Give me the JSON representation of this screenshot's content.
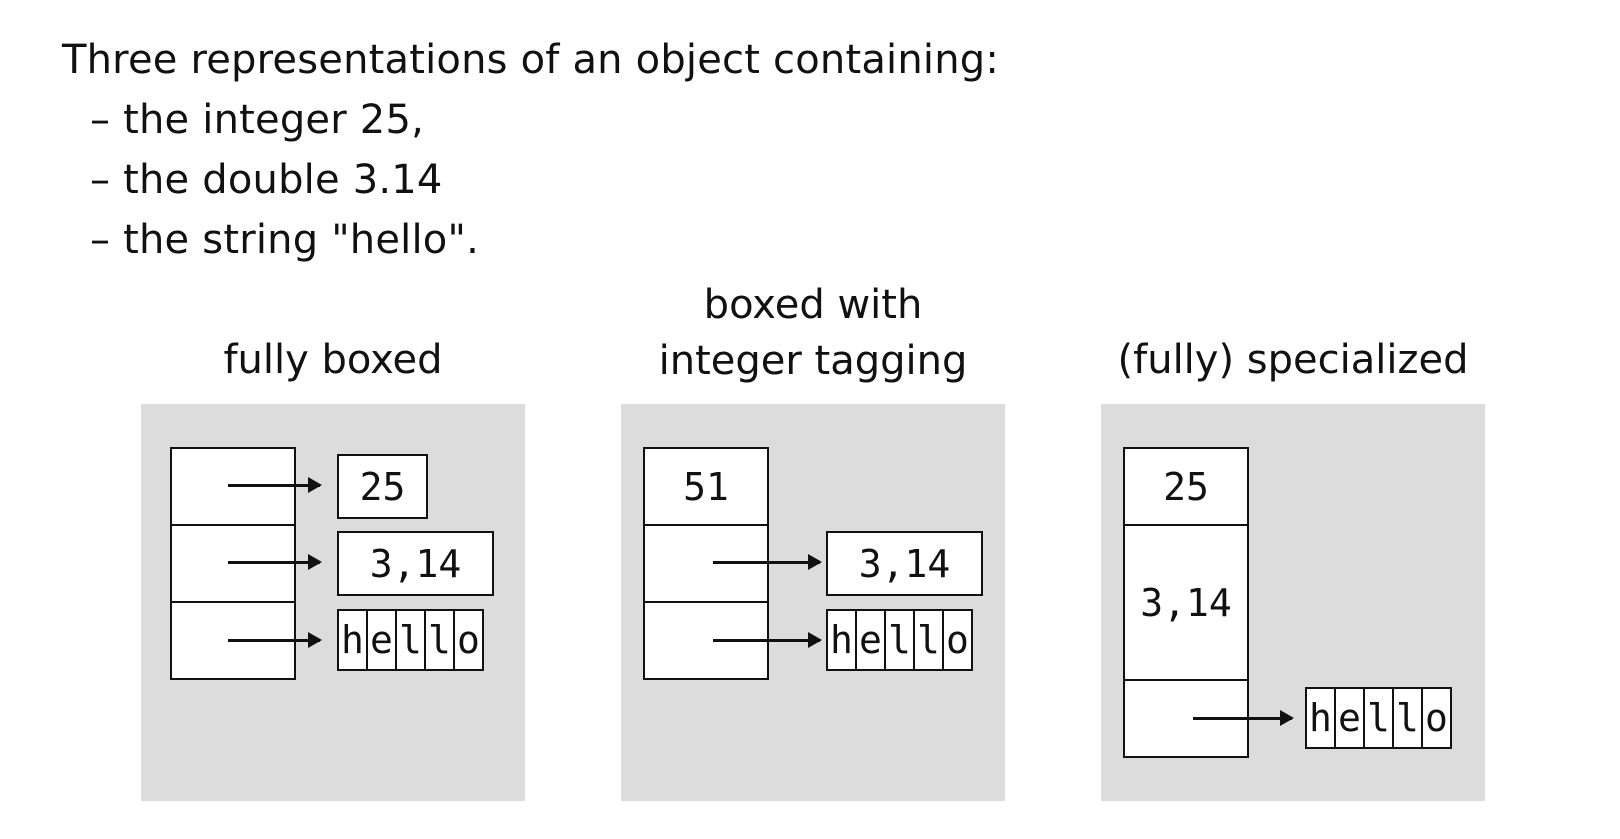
{
  "intro": {
    "heading": "Three representations of an object containing:",
    "items": [
      "– the integer 25,",
      "– the double 3.14",
      "– the string \"hello\"."
    ]
  },
  "panels": [
    {
      "caption": "fully boxed",
      "int_value": "25",
      "double_value": "3,14",
      "string_chars": [
        "h",
        "e",
        "l",
        "l",
        "o"
      ]
    },
    {
      "caption_line1": "boxed with",
      "caption_line2": "integer tagging",
      "tagged_value": "51",
      "double_value": "3,14",
      "string_chars": [
        "h",
        "e",
        "l",
        "l",
        "o"
      ]
    },
    {
      "caption": "(fully) specialized",
      "int_value": "25",
      "double_value": "3,14",
      "string_chars": [
        "h",
        "e",
        "l",
        "l",
        "o"
      ]
    }
  ],
  "colors": {
    "panel_background": "#dcdcdd",
    "stroke": "#111111"
  }
}
